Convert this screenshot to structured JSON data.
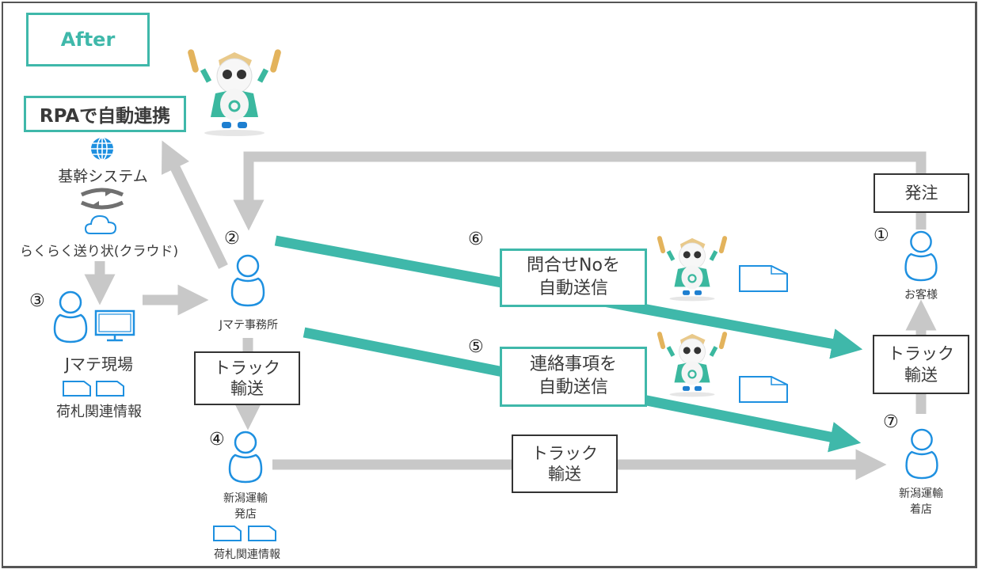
{
  "title_box": {
    "label": "After"
  },
  "rpa_box": {
    "label": "RPAで自動連携"
  },
  "colors": {
    "teal": "#3fb8aa",
    "blue": "#1e90e0",
    "gray_arrow": "#c8c8c8",
    "box_border": "#333333"
  },
  "nodes": {
    "core_system": {
      "label": "基幹システム",
      "icon": "globe-icon"
    },
    "sync": {
      "icon": "sync-arrows-icon"
    },
    "cloud": {
      "label": "らくらく送り状(クラウド)",
      "icon": "cloud-icon"
    },
    "site": {
      "number": "③",
      "label": "Jマテ現場",
      "docs_label": "荷札関連情報"
    },
    "office": {
      "number": "②",
      "label": "Jマテ事務所"
    },
    "origin_store": {
      "number": "④",
      "label_line1": "新潟運輸",
      "label_line2": "発店",
      "docs_label": "荷札関連情報"
    },
    "customer": {
      "number": "①",
      "label": "お客様"
    },
    "dest_store": {
      "number": "⑦",
      "label_line1": "新潟運輸",
      "label_line2": "着店"
    }
  },
  "boxes": {
    "order": {
      "label": "発注"
    },
    "truck_office": {
      "line1": "トラック",
      "line2": "輸送"
    },
    "truck_middle": {
      "line1": "トラック",
      "line2": "輸送"
    },
    "truck_right": {
      "line1": "トラック",
      "line2": "輸送"
    },
    "auto_inquiry": {
      "number": "⑥",
      "line1": "問合せNoを",
      "line2": "自動送信"
    },
    "auto_notice": {
      "number": "⑤",
      "line1": "連絡事項を",
      "line2": "自動送信"
    }
  }
}
